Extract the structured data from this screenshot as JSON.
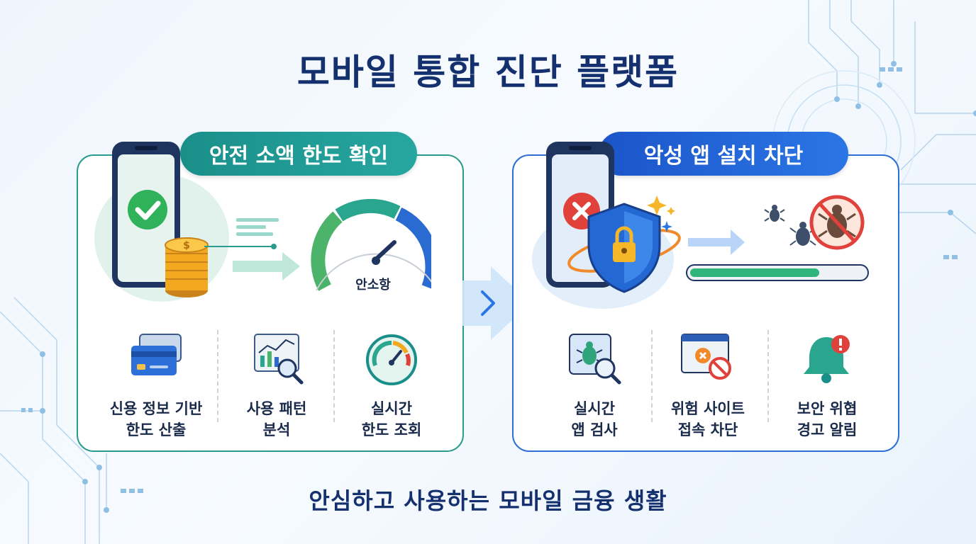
{
  "title": "모바일 통합 진단 플랫폼",
  "subtitle": "안심하고 사용하는 모바일 금융 생활",
  "colors": {
    "navy": "#14306e",
    "teal": "#1a8f8a",
    "blue": "#1b55c9",
    "green_check": "#2fb25a",
    "red_x": "#e0413a",
    "coin": "#f2a91f"
  },
  "left_panel": {
    "header": "안전 소액 한도 확인",
    "gauge_label": "안소항",
    "features": [
      {
        "icon": "credit-card-icon",
        "line1": "신용 정보 기반",
        "line2": "한도 산출"
      },
      {
        "icon": "chart-magnifier-icon",
        "line1": "사용 패턴",
        "line2": "분석"
      },
      {
        "icon": "gauge-icon",
        "line1": "실시간",
        "line2": "한도 조회"
      }
    ]
  },
  "right_panel": {
    "header": "악성 앱 설치 차단",
    "scan_progress": 0.74,
    "features": [
      {
        "icon": "bug-scan-icon",
        "line1": "실시간",
        "line2": "앱 검사"
      },
      {
        "icon": "blocked-site-icon",
        "line1": "위험 사이트",
        "line2": "접속 차단"
      },
      {
        "icon": "alert-bell-icon",
        "line1": "보안 위협",
        "line2": "경고 알림"
      }
    ]
  }
}
